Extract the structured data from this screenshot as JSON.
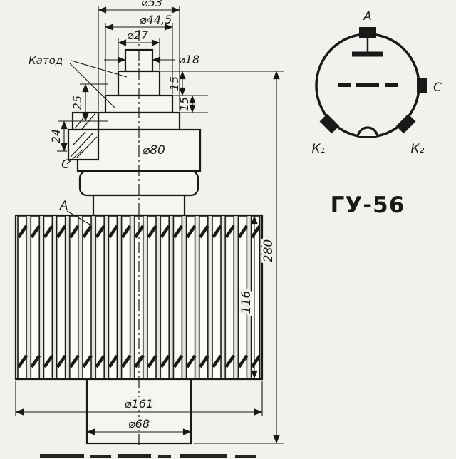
{
  "colors": {
    "paper": "#f2f1ec",
    "ink": "#191919"
  },
  "drawing": {
    "dims": {
      "d53": "⌀53",
      "d44_5": "⌀44,5",
      "d27": "⌀27",
      "d18": "⌀18",
      "d80": "⌀80",
      "d161": "⌀161",
      "d68": "⌀68",
      "h280": "280",
      "h116": "116",
      "h25": "25",
      "h24": "24",
      "h15_upper": "15",
      "h15_lower": "15"
    },
    "labels": {
      "cathode": "Катод",
      "grid": "С",
      "anode": "А"
    }
  },
  "pinout": {
    "pins": {
      "anode": "А",
      "grid": "С",
      "cathode1": "К₁",
      "cathode2": "К₂"
    },
    "model": "ГУ-56"
  }
}
